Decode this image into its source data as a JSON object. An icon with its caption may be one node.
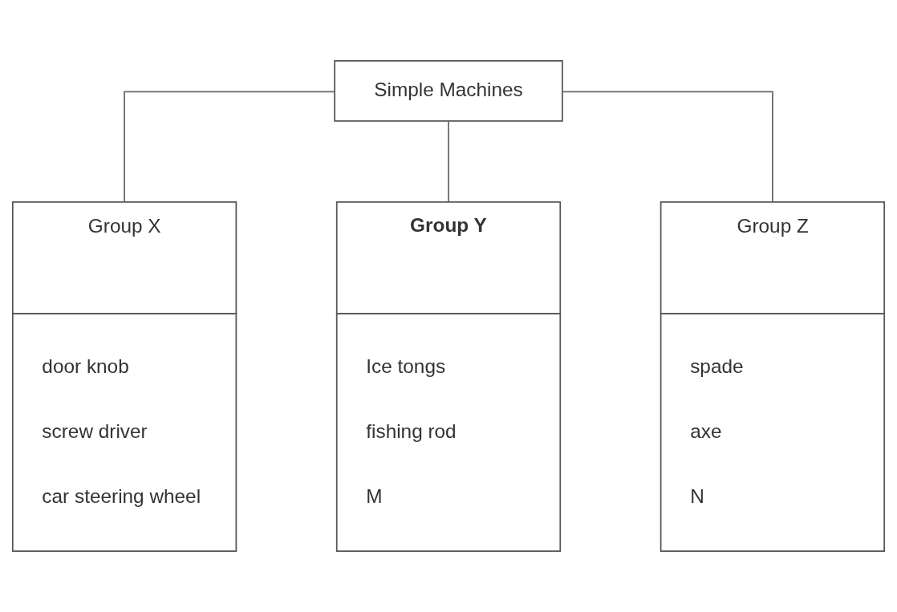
{
  "diagram": {
    "nodes": [
      {
        "text": [
          "Simple Machines"
        ]
      },
      {
        "text": [
          "Group X",
          "door knob",
          "screw driver",
          "car steering wheel"
        ]
      },
      {
        "text": [
          "Group Y",
          "Ice tongs",
          "fishing rod",
          "M"
        ]
      },
      {
        "text": [
          "Group Z",
          "spade",
          "axe",
          "N"
        ]
      }
    ],
    "edges": [
      {
        "from": 0,
        "to": 1,
        "arrow": "none"
      },
      {
        "from": 0,
        "to": 2,
        "arrow": "none"
      },
      {
        "from": 0,
        "to": 3,
        "arrow": "none"
      }
    ]
  }
}
